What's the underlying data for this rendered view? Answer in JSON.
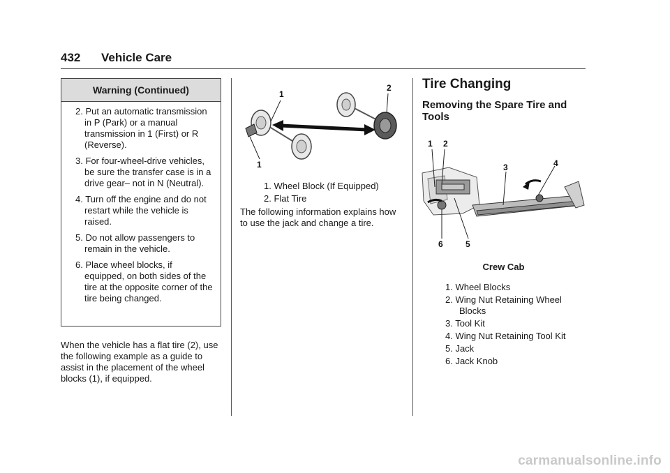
{
  "header": {
    "page_number": "432",
    "section": "Vehicle Care"
  },
  "warning": {
    "title": "Warning  (Continued)",
    "items": [
      "2. Put an automatic transmission in P (Park) or a manual transmission in 1 (First) or R (Reverse).",
      "3. For four-wheel-drive vehicles, be sure the transfer case is in a drive gear– not in N (Neutral).",
      "4. Turn off the engine and do not restart while the vehicle is raised.",
      "5. Do not allow passengers to remain in the vehicle.",
      "6. Place wheel blocks, if equipped, on both sides of the tire at the opposite corner of the tire being changed."
    ]
  },
  "col1_paragraph": "When the vehicle has a flat tire (2), use the following example as a guide to assist in the placement of the wheel blocks (1), if equipped.",
  "wheel_figure": {
    "callouts": [
      "1",
      "1",
      "2"
    ],
    "legend": [
      "1.  Wheel Block (If Equipped)",
      "2.  Flat Tire"
    ]
  },
  "col2_paragraph": "The following information explains how to use the jack and change a tire.",
  "tire_section": {
    "heading": "Tire Changing",
    "subheading": "Removing the Spare Tire and Tools"
  },
  "tools_figure": {
    "callouts": [
      "1",
      "2",
      "3",
      "4",
      "5",
      "6"
    ],
    "caption": "Crew Cab",
    "legend": [
      "1.  Wheel Blocks",
      "2.  Wing Nut Retaining Wheel Blocks",
      "3.  Tool Kit",
      "4.  Wing Nut Retaining Tool Kit",
      "5.  Jack",
      "6.  Jack Knob"
    ]
  },
  "footer_watermark": "carmanualsonline.info"
}
